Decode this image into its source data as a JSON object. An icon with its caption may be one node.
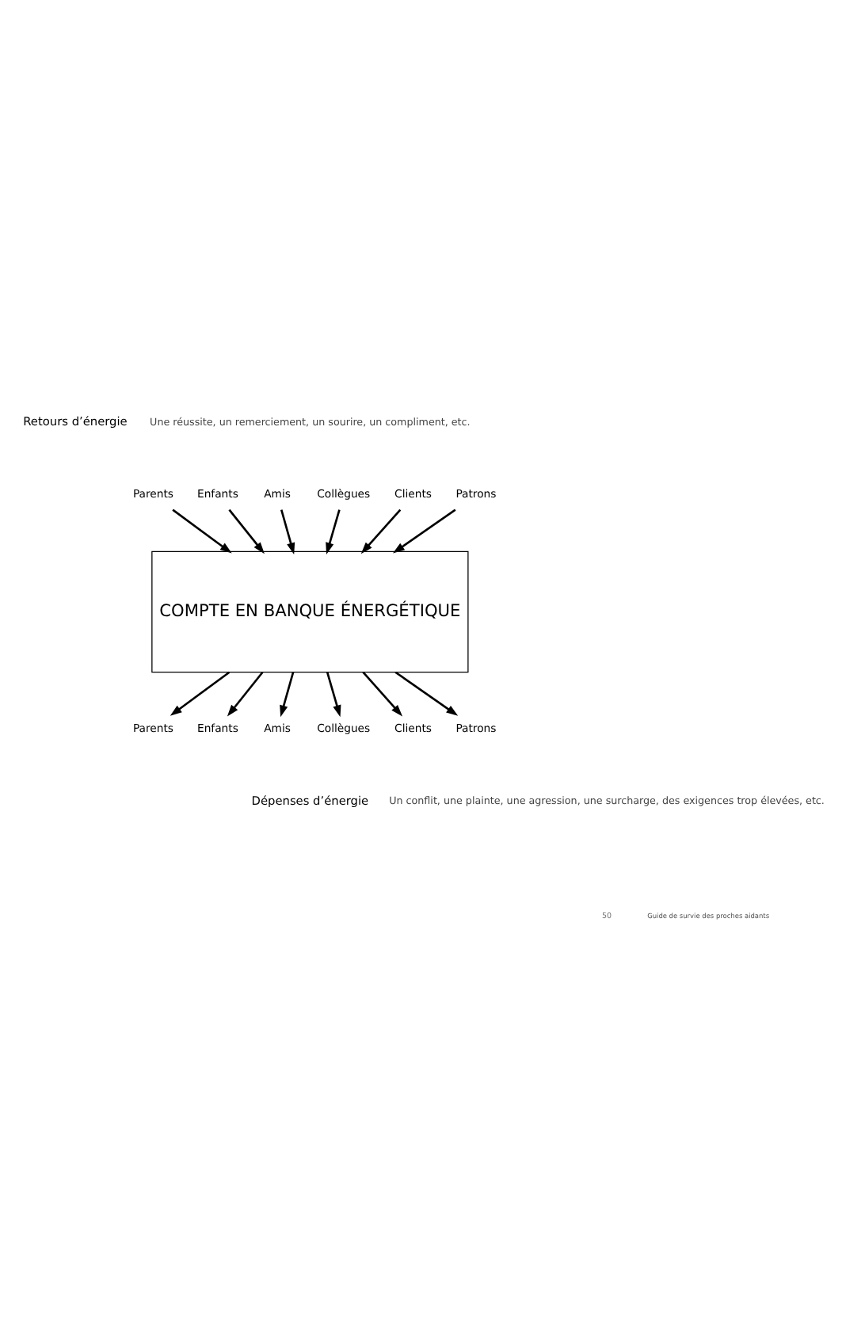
{
  "diagram": {
    "nodes": [
      {
        "text": [
          "Parents"
        ]
      },
      {
        "text": [
          "Enfants"
        ]
      },
      {
        "text": [
          "Amis"
        ]
      },
      {
        "text": [
          "Collègues"
        ]
      },
      {
        "text": [
          "Clients"
        ]
      },
      {
        "text": [
          "Patrons"
        ]
      },
      {
        "text": [
          "COMPTE EN BANQUE ÉNERGÉTIQUE"
        ]
      },
      {
        "text": [
          "Parents"
        ]
      },
      {
        "text": [
          "Enfants"
        ]
      },
      {
        "text": [
          "Amis"
        ]
      },
      {
        "text": [
          "Collègues"
        ]
      },
      {
        "text": [
          "Clients"
        ]
      },
      {
        "text": [
          "Patrons"
        ]
      }
    ],
    "edges": [
      {
        "from": 0,
        "to": 6,
        "arrow": "to"
      },
      {
        "from": 1,
        "to": 6,
        "arrow": "to"
      },
      {
        "from": 2,
        "to": 6,
        "arrow": "to"
      },
      {
        "from": 3,
        "to": 6,
        "arrow": "to"
      },
      {
        "from": 4,
        "to": 6,
        "arrow": "to"
      },
      {
        "from": 5,
        "to": 6,
        "arrow": "to"
      },
      {
        "from": 6,
        "to": 7,
        "arrow": "to"
      },
      {
        "from": 6,
        "to": 8,
        "arrow": "to"
      },
      {
        "from": 6,
        "to": 9,
        "arrow": "to"
      },
      {
        "from": 6,
        "to": 10,
        "arrow": "to"
      },
      {
        "from": 6,
        "to": 11,
        "arrow": "to"
      },
      {
        "from": 6,
        "to": 12,
        "arrow": "to"
      }
    ],
    "labels": [
      "Retours d’énergie",
      "Une réussite, un remerciement, un sourire, un compliment, etc.",
      "Dépenses d’énergie",
      "Un conflit, une plainte, une agression, une surcharge, des exigences trop élevées, etc.",
      "50",
      "Guide de survie des proches aidants"
    ]
  }
}
